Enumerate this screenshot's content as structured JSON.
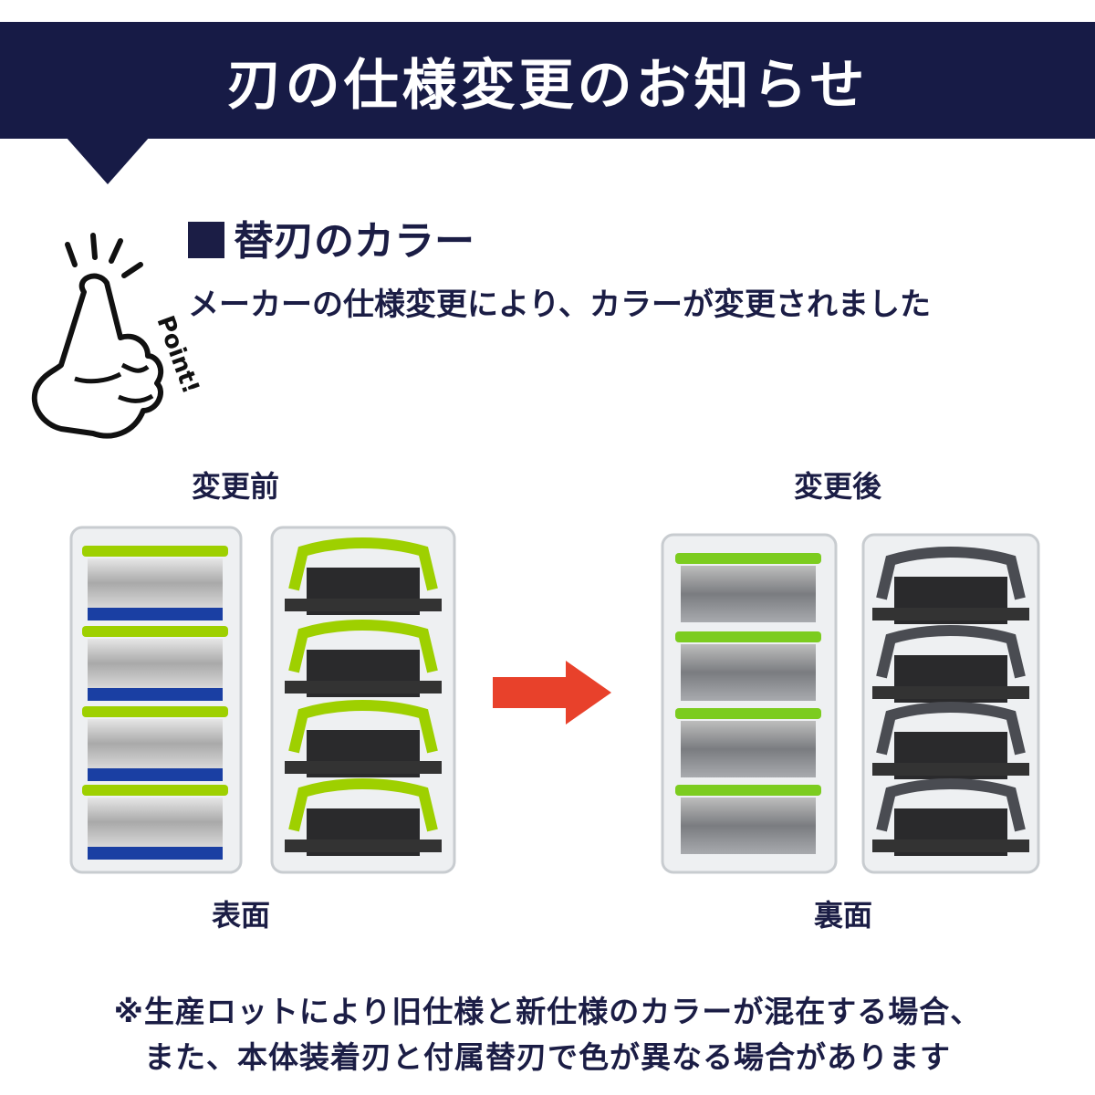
{
  "banner": {
    "title": "刃の仕様変更のお知らせ"
  },
  "point_badge": {
    "text": "Point!"
  },
  "section": {
    "heading": "替刃のカラー",
    "description": "メーカーの仕様変更により、カラーが変更されました"
  },
  "comparison": {
    "before": {
      "label": "変更前",
      "side_label": "表面",
      "accent_color": "#9ed000",
      "cartridge_color": "#1a3fa3"
    },
    "after": {
      "label": "変更後",
      "side_label": "裏面",
      "accent_color": "#7ccc1f",
      "cartridge_color": "#4a4c52"
    },
    "arrow_color": "#e8412b"
  },
  "footnote": {
    "line1": "※生産ロットにより旧仕様と新仕様のカラーが混在する場合、",
    "line2": "また、本体装着刃と付属替刃で色が異なる場合があります"
  },
  "colors": {
    "navy": "#171b46",
    "text": "#1b1d45"
  }
}
